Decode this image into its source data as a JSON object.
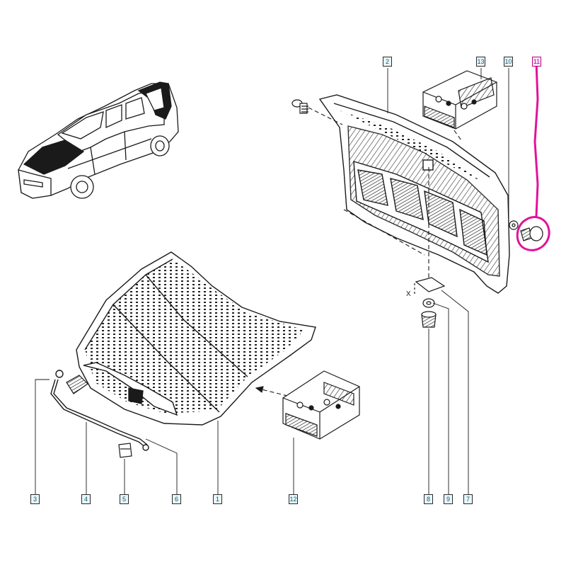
{
  "callouts": [
    {
      "id": "c2",
      "label": "2"
    },
    {
      "id": "c13",
      "label": "13"
    },
    {
      "id": "c10",
      "label": "10"
    },
    {
      "id": "c11",
      "label": "11"
    },
    {
      "id": "c3",
      "label": "3"
    },
    {
      "id": "c4",
      "label": "4"
    },
    {
      "id": "c5",
      "label": "5"
    },
    {
      "id": "c6",
      "label": "6"
    },
    {
      "id": "c1",
      "label": "1"
    },
    {
      "id": "c12",
      "label": "12"
    },
    {
      "id": "c8",
      "label": "8"
    },
    {
      "id": "c9",
      "label": "9"
    },
    {
      "id": "c7",
      "label": "7"
    }
  ],
  "marker_x": "X",
  "colors": {
    "line": "#1a1a1a",
    "callout_fill": "#eaf7fb",
    "callout_text": "#0a5d6e",
    "highlight": "#e0139c"
  }
}
